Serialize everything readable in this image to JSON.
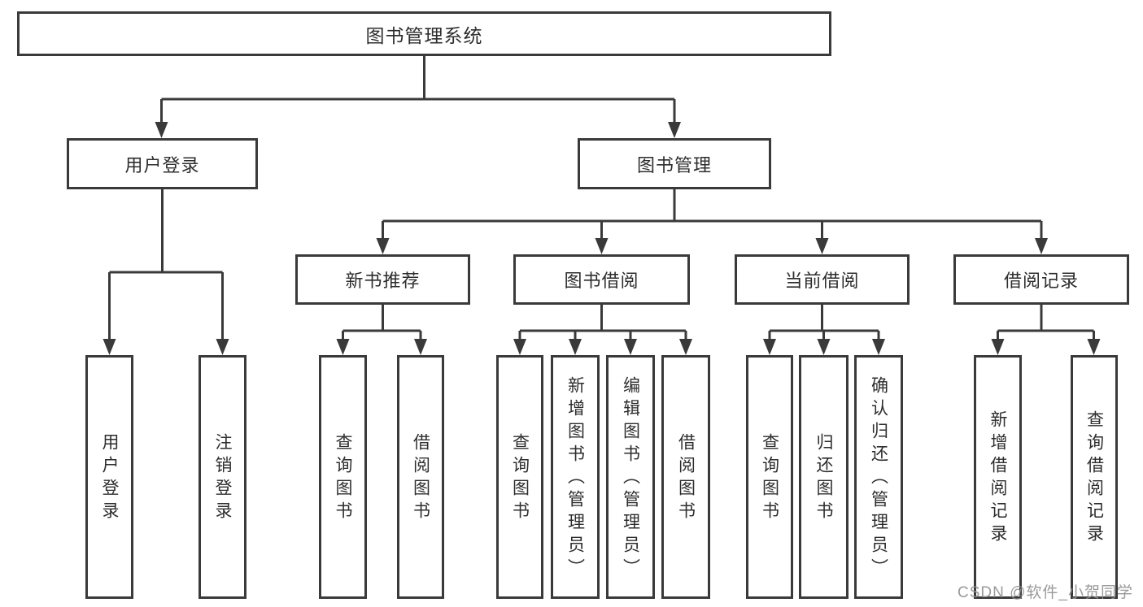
{
  "diagram": {
    "tree": {
      "root": {
        "label": "图书管理系统",
        "children": [
          {
            "label": "用户登录",
            "children": [
              {
                "label": "用户登录"
              },
              {
                "label": "注销登录"
              }
            ]
          },
          {
            "label": "图书管理",
            "children": [
              {
                "label": "新书推荐",
                "children": [
                  {
                    "label": "查询图书"
                  },
                  {
                    "label": "借阅图书"
                  }
                ]
              },
              {
                "label": "图书借阅",
                "children": [
                  {
                    "label": "查询图书"
                  },
                  {
                    "label": "新增图书（管理员）"
                  },
                  {
                    "label": "编辑图书（管理员）"
                  },
                  {
                    "label": "借阅图书"
                  }
                ]
              },
              {
                "label": "当前借阅",
                "children": [
                  {
                    "label": "查询图书"
                  },
                  {
                    "label": "归还图书"
                  },
                  {
                    "label": "确认归还（管理员）"
                  }
                ]
              },
              {
                "label": "借阅记录",
                "children": [
                  {
                    "label": "新增借阅记录"
                  },
                  {
                    "label": "查询借阅记录"
                  }
                ]
              }
            ]
          }
        ]
      }
    },
    "colors": {
      "line": "#3a3a3a",
      "text": "#2d2d2d",
      "background": "#ffffff",
      "watermark_gray": "#919191"
    }
  },
  "watermark": {
    "text": "CSDN @软件_小贺同学"
  }
}
